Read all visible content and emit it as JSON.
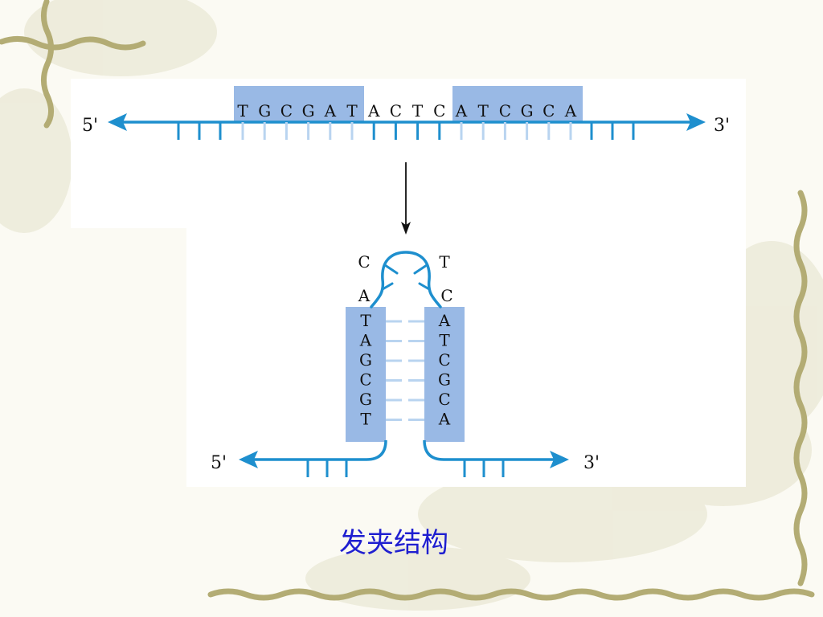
{
  "colors": {
    "strand": "#1e8fce",
    "highlight": "#99b9e5",
    "weak_bond": "#b9d4f0",
    "vine": "#b7b07e",
    "caption": "#1f1fd0"
  },
  "linear_dna": {
    "left_end": "5'",
    "right_end": "3'",
    "left_repeat": [
      "T",
      "G",
      "C",
      "G",
      "A",
      "T"
    ],
    "spacer": [
      "A",
      "C",
      "T",
      "C"
    ],
    "right_repeat": [
      "A",
      "T",
      "C",
      "G",
      "C",
      "A"
    ]
  },
  "hairpin": {
    "loop": {
      "top_left": "C",
      "top_right": "T",
      "mid_left": "A",
      "mid_right": "C"
    },
    "stem_left": [
      "T",
      "A",
      "G",
      "C",
      "G",
      "T"
    ],
    "stem_right": [
      "A",
      "T",
      "C",
      "G",
      "C",
      "A"
    ],
    "left_end": "5'",
    "right_end": "3'"
  },
  "caption": "发夹结构"
}
